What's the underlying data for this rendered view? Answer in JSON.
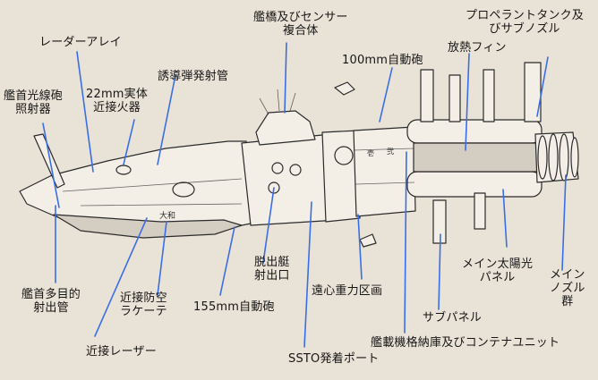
{
  "labels": {
    "radar_array": "レーダーアレイ",
    "bow_beam_gun": [
      "艦首光線砲",
      "照射器"
    ],
    "ciws_22mm": [
      "22mm実体",
      "近接火器"
    ],
    "missile_tubes": "誘導弾発射管",
    "bridge_sensor": [
      "艦橋及びセンサー",
      "複合体"
    ],
    "gun_100mm": "100mm自動砲",
    "propellant_tank": [
      "プロペラントタンク及",
      "びサブノズル"
    ],
    "radiator_fins": "放熱フィン",
    "escape_pod_port": [
      "脱出艇",
      "射出口"
    ],
    "centrifugal_block": "遠心重力区画",
    "main_solar_panel": [
      "メイン太陽光",
      "パネル"
    ],
    "main_nozzles": [
      "メイン",
      "ノズル",
      "群"
    ],
    "bow_multi_tube": [
      "艦首多目的",
      "射出管"
    ],
    "aa_rockets": [
      "近接防空",
      "ラケーテ"
    ],
    "gun_155mm": "155mm自動砲",
    "sub_panel": "サブパネル",
    "laser_ciws": "近接レーザー",
    "hangar_container": "艦載機格納庫及びコンテナユニット",
    "ssto_port": "SSTO発着ポート"
  },
  "hull_markings": [
    "大和",
    "壱",
    "弐"
  ],
  "colors": {
    "paper": "#e9e2d6",
    "leader_line": "#3a6ee8",
    "ink": "#2b2b2b",
    "hull_shade": "#d4cdc1"
  }
}
